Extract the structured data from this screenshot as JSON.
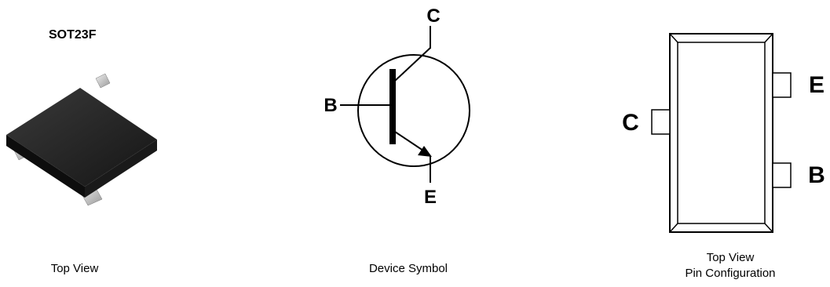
{
  "package": {
    "name": "SOT23F",
    "caption": "Top View"
  },
  "symbol": {
    "caption": "Device Symbol",
    "pins": {
      "collector": "C",
      "base": "B",
      "emitter": "E"
    }
  },
  "pin_config": {
    "caption_line1": "Top View",
    "caption_line2": "Pin Configuration",
    "pins": {
      "collector": "C",
      "emitter": "E",
      "base": "B"
    }
  }
}
